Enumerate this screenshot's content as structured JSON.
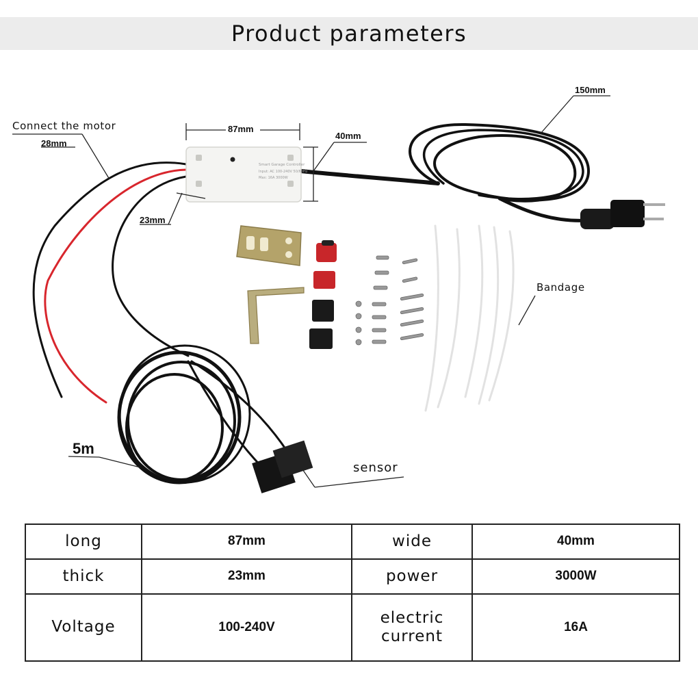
{
  "title": "Product parameters",
  "callouts": {
    "connect_motor": "Connect the motor",
    "wire_28": "28mm",
    "len_87": "87mm",
    "wid_40": "40mm",
    "cord_150": "150mm",
    "thick_23": "23mm",
    "bandage": "Bandage",
    "cable_5m": "5m",
    "sensor": "sensor"
  },
  "module_label": {
    "line1": "Smart Garage Controller",
    "line2": "Input: AC 100-240V 50/60Hz",
    "line3": "Max: 16A 3000W"
  },
  "params_table": [
    [
      {
        "label": "long",
        "value": "87mm"
      },
      {
        "label": "wide",
        "value": "40mm"
      }
    ],
    [
      {
        "label": "thick",
        "value": "23mm"
      },
      {
        "label": "power",
        "value": "3000W"
      }
    ],
    [
      {
        "label": "Voltage",
        "value": "100-240V"
      },
      {
        "label_line1": "electric",
        "label_line2": "current",
        "value": "16A"
      }
    ]
  ],
  "colors": {
    "title_bar": "#ececec",
    "wire_red": "#d8262d",
    "cable": "#111111",
    "module": "#f4f4f2",
    "bracket": "#b4a36a",
    "cover_red": "#c8262a"
  }
}
